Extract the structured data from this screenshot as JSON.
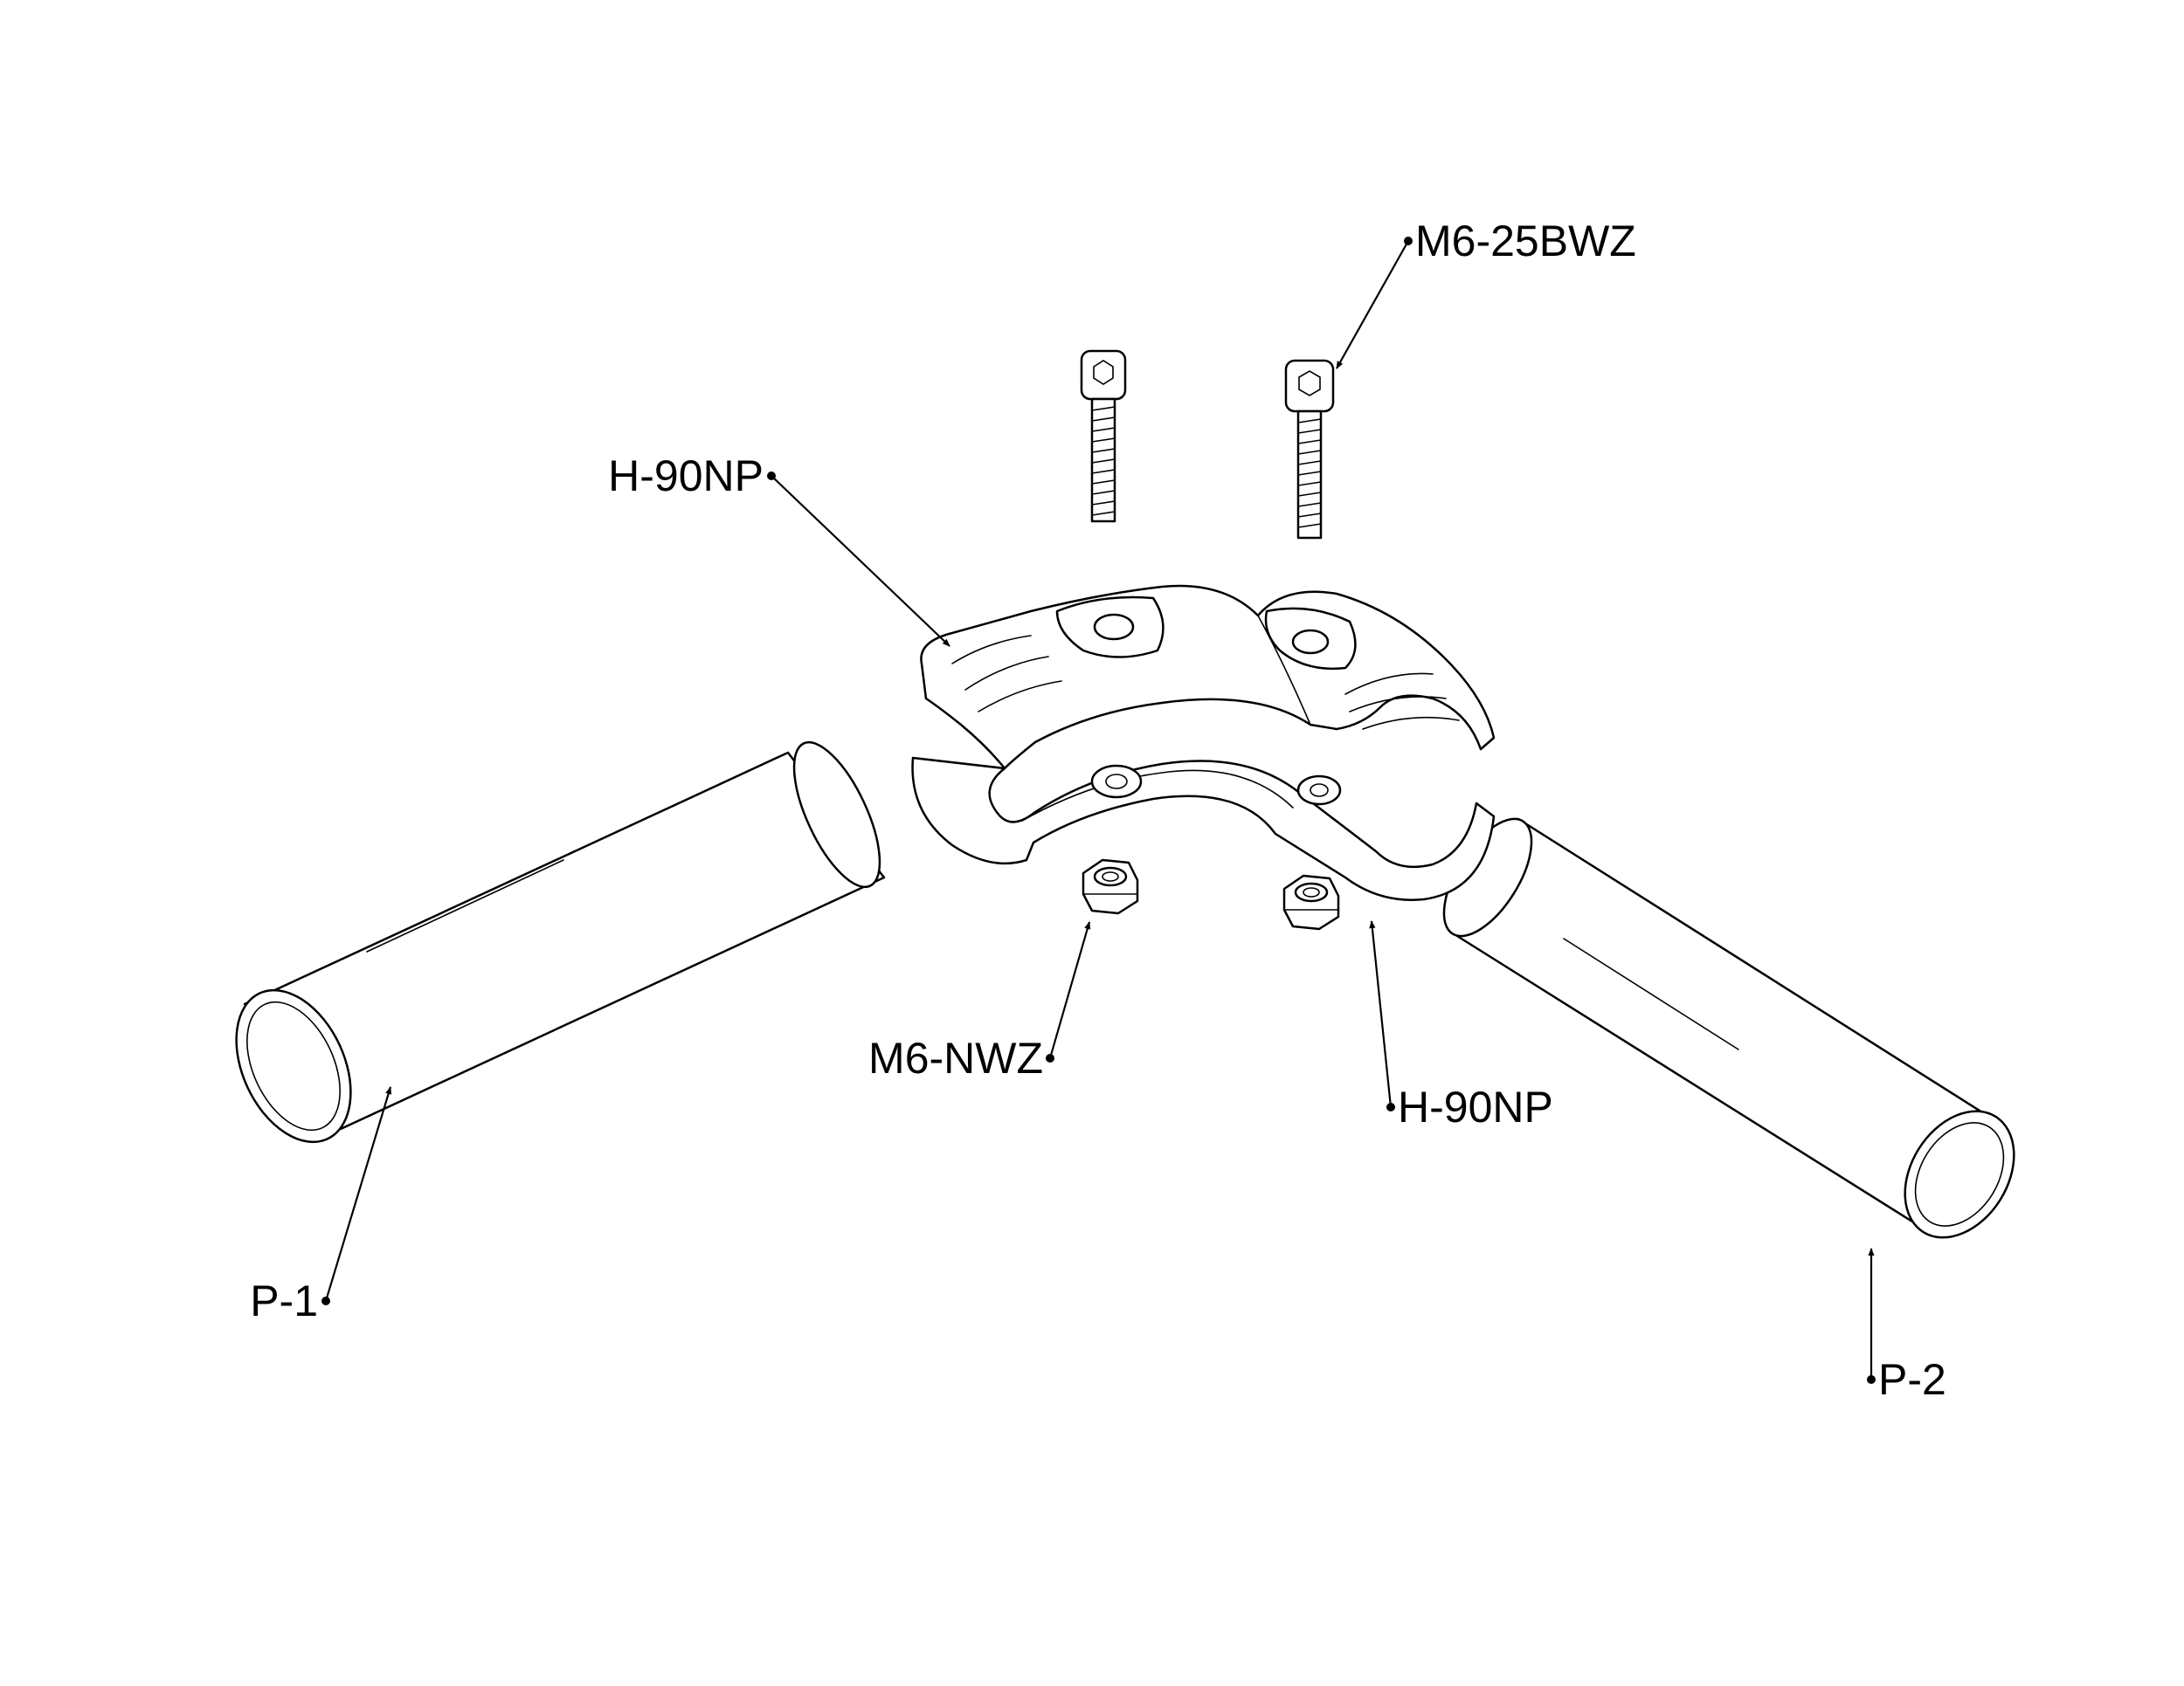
{
  "callouts": {
    "bolt": "M6-25BWZ",
    "upper_joint": "H-90NP",
    "nut": "M6-NWZ",
    "lower_joint": "H-90NP",
    "pipe_left": "P-1",
    "pipe_right": "P-2"
  },
  "colors": {
    "line": "#000000",
    "background": "#ffffff"
  }
}
